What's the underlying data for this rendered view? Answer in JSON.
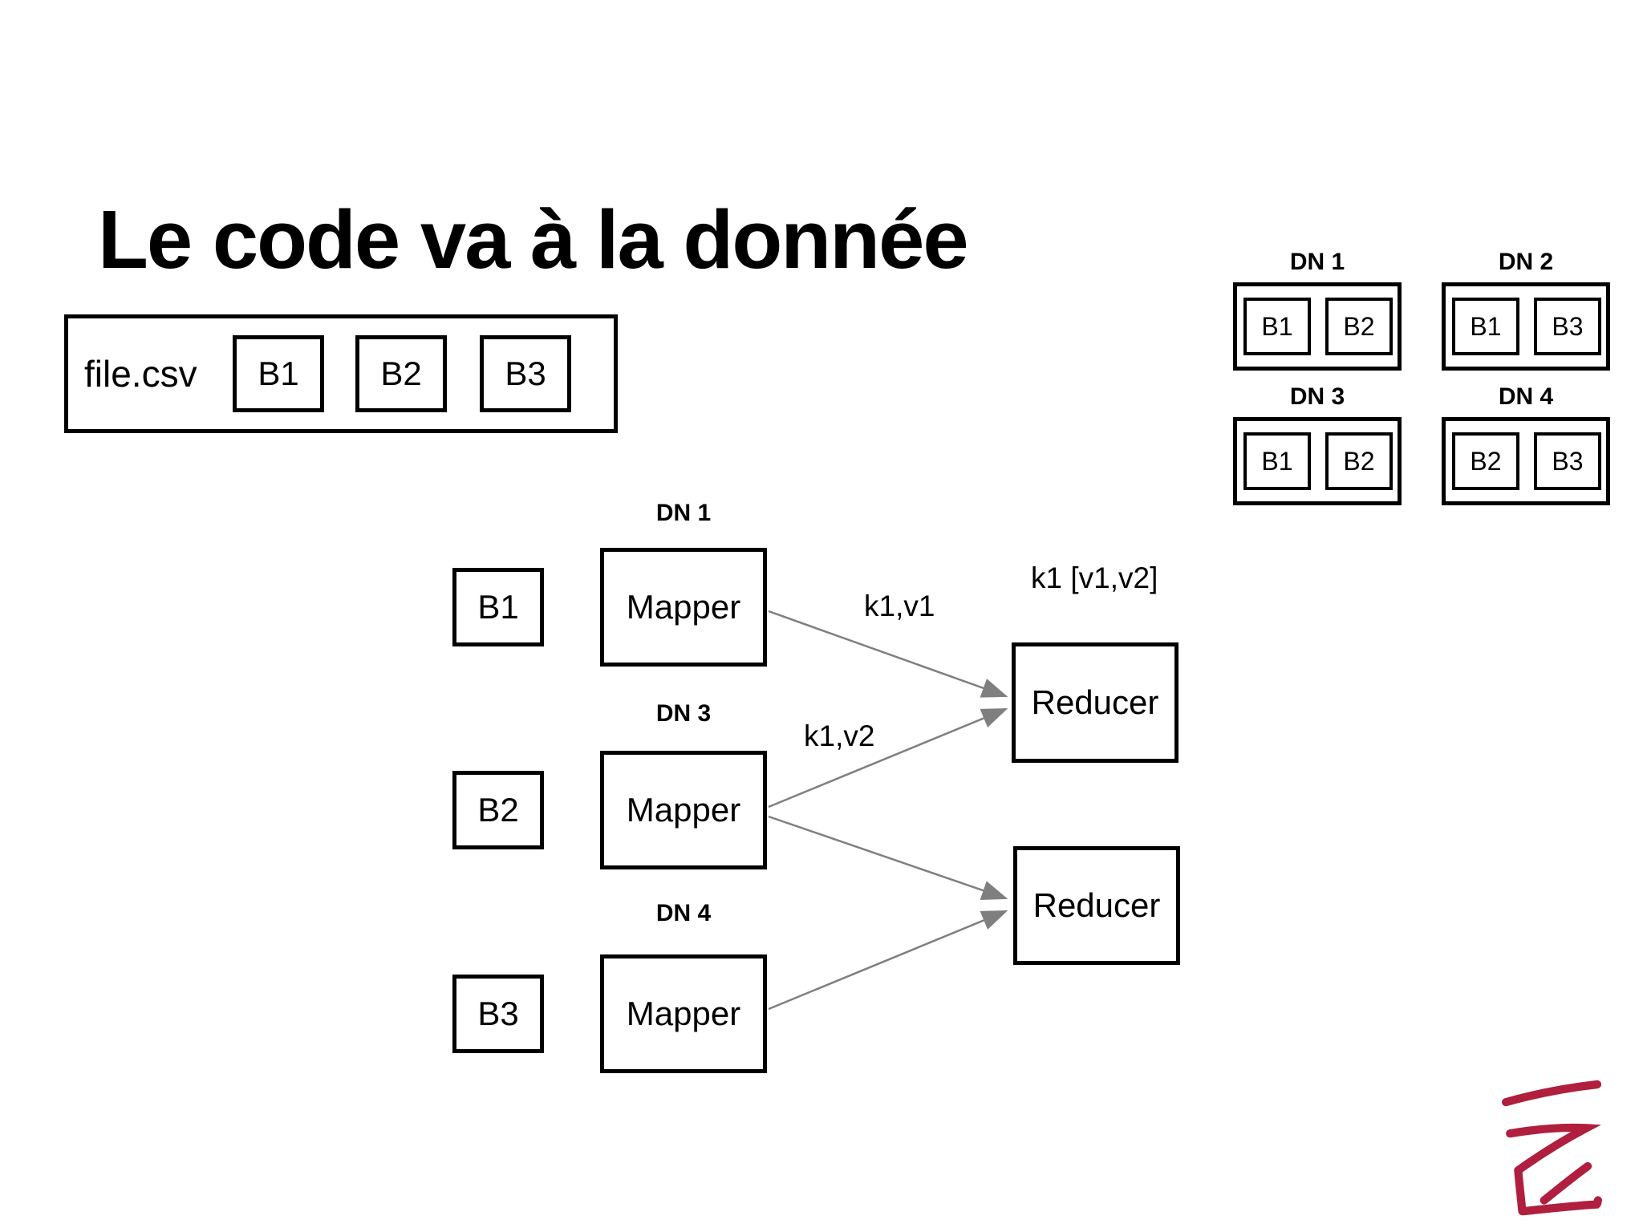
{
  "title": "Le code va à la donnée",
  "file": {
    "name": "file.csv",
    "blocks": [
      "B1",
      "B2",
      "B3"
    ]
  },
  "datanodes": [
    {
      "name": "DN 1",
      "blocks": [
        "B1",
        "B2"
      ]
    },
    {
      "name": "DN 2",
      "blocks": [
        "B1",
        "B3"
      ]
    },
    {
      "name": "DN 3",
      "blocks": [
        "B1",
        "B2"
      ]
    },
    {
      "name": "DN 4",
      "blocks": [
        "B2",
        "B3"
      ]
    }
  ],
  "flow": {
    "mappers": [
      {
        "dn": "DN 1",
        "input": "B1",
        "label": "Mapper"
      },
      {
        "dn": "DN 3",
        "input": "B2",
        "label": "Mapper"
      },
      {
        "dn": "DN 4",
        "input": "B3",
        "label": "Mapper"
      }
    ],
    "reducers": [
      {
        "label": "Reducer"
      },
      {
        "label": "Reducer"
      }
    ],
    "edge_labels": {
      "mapper1_to_reducer1": "k1,v1",
      "mapper2_to_reducer1": "k1,v2",
      "reducer1_input": "k1 [v1,v2]"
    }
  },
  "colors": {
    "ink": "#000000",
    "arrow_gray": "#7f7f7f",
    "logo_red": "#B01F3D",
    "background": "#ffffff"
  },
  "logo": "red-signature-mark"
}
